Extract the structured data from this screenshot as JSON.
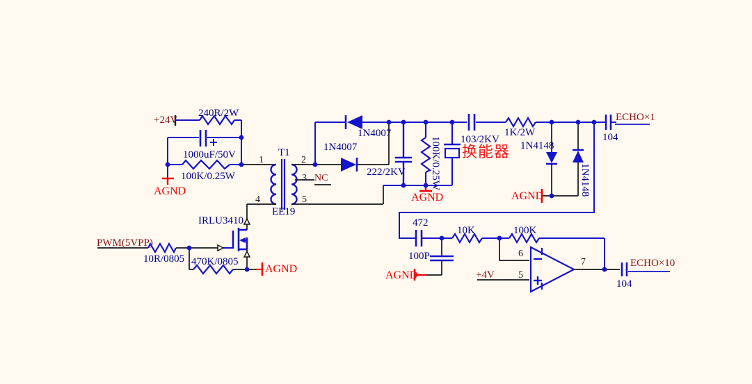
{
  "colors": {
    "background": "#fff9f0",
    "wire_blue": "#1414cc",
    "wire_black": "#161616",
    "label_navy": "#000088",
    "ground_red": "#f20000",
    "signal_dark_red": "#8b1111",
    "transducer_red": "#ee1c1c"
  },
  "power_input": {
    "v24_label": "+24V",
    "r240_label": "240R/2W",
    "cap_label": "1000uF/50V",
    "r100k_label": "100K/0.25W",
    "agnd_label": "AGND"
  },
  "transformer": {
    "ref_des": "T1",
    "core_label": "EE19",
    "pin1": "1",
    "pin2": "2",
    "pin3": "3",
    "pin4": "4",
    "pin5": "5",
    "nc_label": "NC"
  },
  "driver": {
    "mosfet_label": "IRLU3410",
    "pwm_label": "PWM(5VPP)",
    "r_gate_label": "10R/0805",
    "r_pull_label": "470K/0805",
    "agnd_label": "AGND"
  },
  "rectifier": {
    "diode_top_label": "1N4007",
    "diode_bottom_label": "1N4007",
    "cap_label": "222/2KV",
    "r100k_label": "100K/0.25W",
    "agnd_label": "AGND"
  },
  "transducer": {
    "name_label": "换能器",
    "cap_label": "103/2KV"
  },
  "clamp": {
    "r1k_label": "1K/2W",
    "diode_left_label": "1N4148",
    "diode_right_label": "1N4148",
    "agnd_label": "AGND"
  },
  "echo_x1": {
    "signal_label": "ECHO×1",
    "cap_label": "104"
  },
  "amplifier": {
    "cap_472_label": "472",
    "cap_100p_label": "100P",
    "agnd_label": "AGND",
    "r10k_label": "10K",
    "r100k_label": "100K",
    "pin_inverting": "6",
    "pin_noninverting": "5",
    "pin_output": "7",
    "vref_label": "+4V"
  },
  "echo_x10": {
    "signal_label": "ECHO×10",
    "cap_label": "104"
  }
}
